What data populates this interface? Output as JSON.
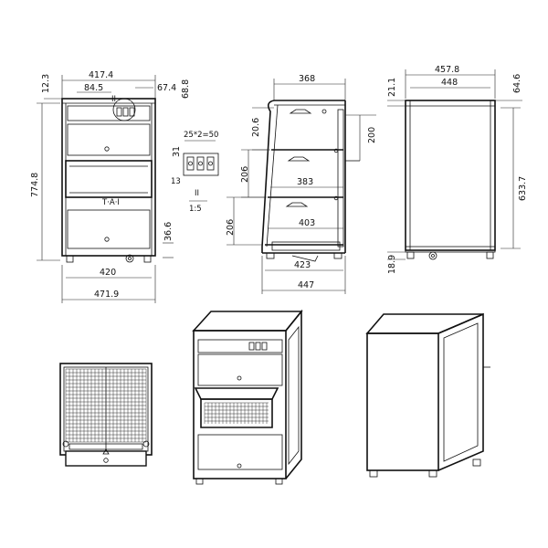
{
  "front_view": {
    "w_417_4": "417.4",
    "w_84_5": "84.5",
    "w_67_4": "67.4",
    "h_68_8": "68.8",
    "h_12_3": "12.3",
    "h_774_8": "774.8",
    "h_36_6": "36.6",
    "w_420": "420",
    "w_471_9": "471.9",
    "section_mark": "II"
  },
  "detail_view": {
    "pitch": "25*2=50",
    "h_31": "31",
    "h_13": "13",
    "label": "II",
    "scale": "1:5"
  },
  "side_view": {
    "w_368": "368",
    "h_20_6a": "20.6",
    "h_200": "200",
    "h_206a": "206",
    "w_383": "383",
    "h_206b": "206",
    "w_403": "403",
    "w_423": "423",
    "w_447": "447"
  },
  "rear_view": {
    "w_457_8": "457.8",
    "w_448": "448",
    "h_64_6": "64.6",
    "h_21_1": "21.1",
    "h_633_7": "633.7",
    "h_18_9": "18.9"
  }
}
